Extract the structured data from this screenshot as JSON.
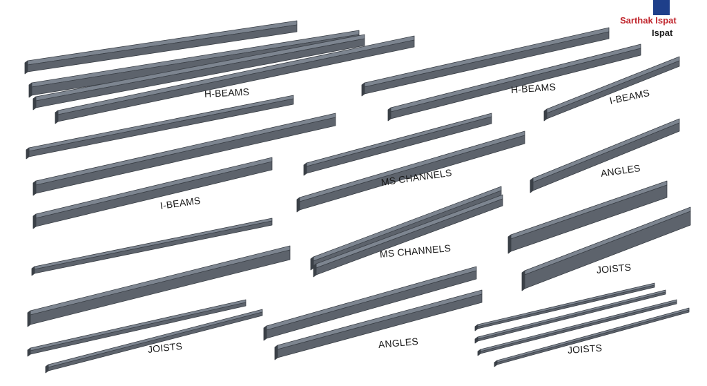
{
  "brand": {
    "name": "Sarthak Ispat",
    "sub": "Ispat"
  },
  "labels": [
    {
      "key": "h-beams-label-1",
      "text": "H-BEAMS"
    },
    {
      "key": "h-beams-label-2",
      "text": "H-BEAMS"
    },
    {
      "key": "i-beams-label-1",
      "text": "I-BEAMS"
    },
    {
      "key": "i-beams-label-2",
      "text": "I-BEAMS"
    },
    {
      "key": "ms-channels-label-1",
      "text": "MS CHANNELS"
    },
    {
      "key": "ms-channels-label-2",
      "text": "MS CHANNELS"
    },
    {
      "key": "angles-label-1",
      "text": "ANGLES"
    },
    {
      "key": "angles-label-2",
      "text": "ANGLES"
    },
    {
      "key": "joists-label-1",
      "text": "JOISTS"
    },
    {
      "key": "joists-label-2",
      "text": "JOISTS"
    },
    {
      "key": "joists-label-3",
      "text": "JOISTS"
    }
  ],
  "colors": {
    "background": "#ffffff",
    "steel_top": "#7d8590",
    "steel_face": "#5d636c",
    "steel_edge": "#3b4047",
    "brand_red": "#c0262d",
    "brand_blue": "#1e3f8a"
  }
}
